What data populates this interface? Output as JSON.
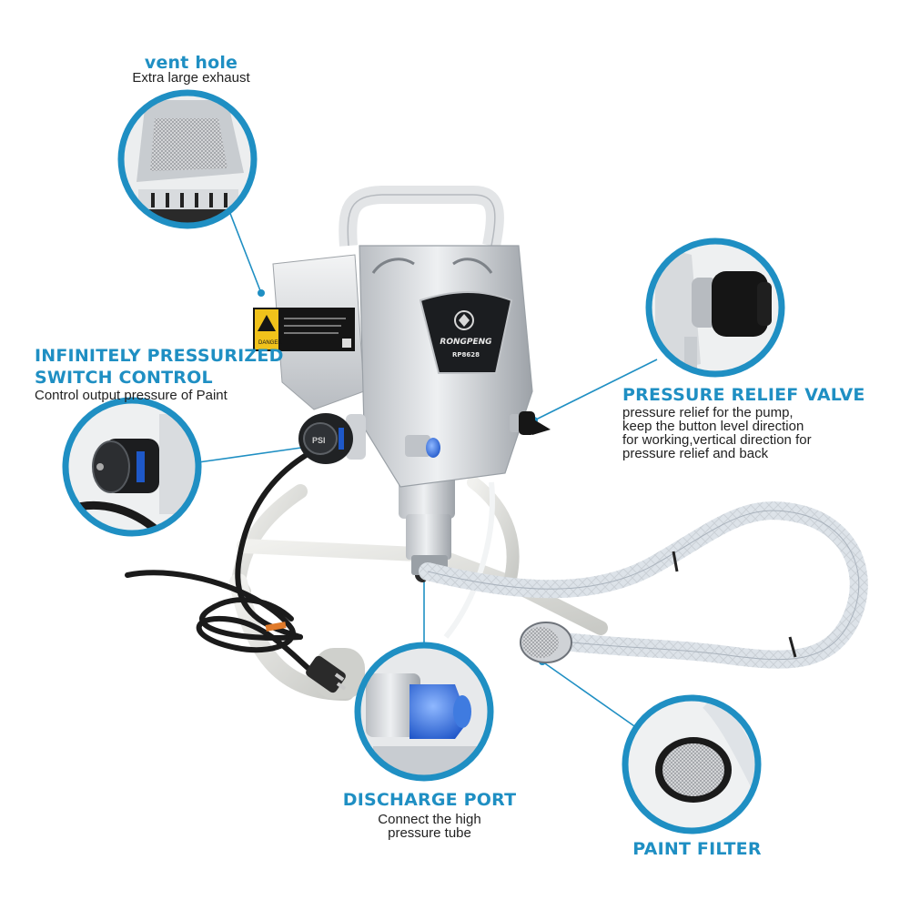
{
  "callouts": {
    "vent": {
      "title": "vent hole",
      "desc": "Extra large exhaust"
    },
    "switch": {
      "title_line1": "INFINITELY PRESSURIZED",
      "title_line2": "SWITCH CONTROL",
      "desc": "Control output pressure of Paint"
    },
    "relief": {
      "title": "PRESSURE RELIEF VALVE",
      "desc_lines": [
        "pressure relief for the pump,",
        "keep the button level direction",
        "for working,vertical direction for",
        "pressure relief and back"
      ]
    },
    "discharge": {
      "title": "DISCHARGE PORT",
      "desc_lines": [
        "Connect the high",
        "pressure tube"
      ]
    },
    "filter": {
      "title": "PAINT FILTER"
    }
  },
  "product": {
    "brand": "RONGPENG",
    "model": "RP8628",
    "warning_label": "DANGER"
  },
  "colors": {
    "accent": "#1f8fc3",
    "text": "#222222",
    "body": "#e4e6e8",
    "panel": "#1b1d20"
  }
}
